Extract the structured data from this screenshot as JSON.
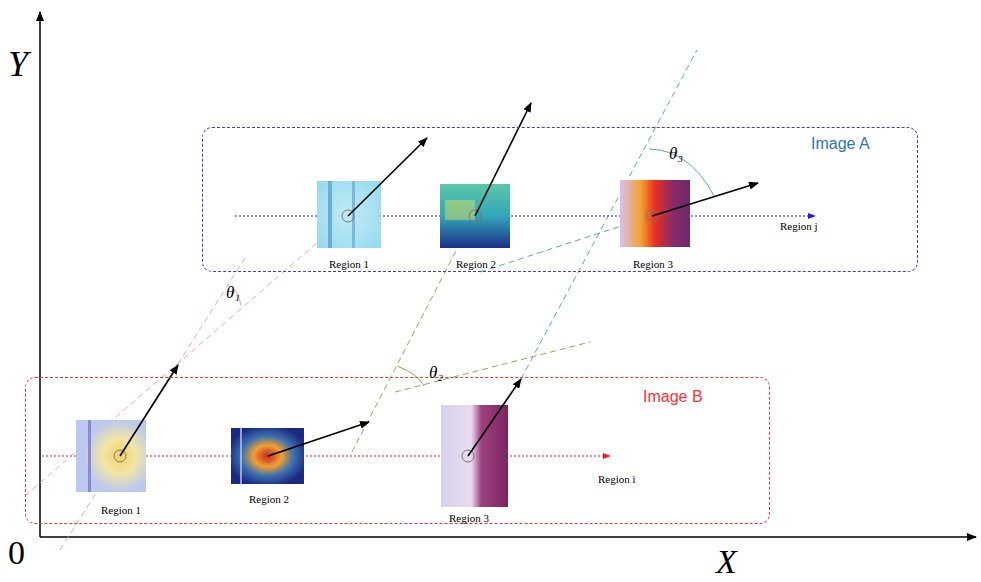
{
  "diagram": {
    "nodes": [
      {
        "text": [
          "Image A"
        ]
      },
      {
        "text": [
          "Region 1"
        ],
        "in": 0
      },
      {
        "text": [
          "Region 2"
        ],
        "in": 0
      },
      {
        "text": [
          "Region 3"
        ],
        "in": 0
      },
      {
        "text": [
          "Image B"
        ]
      },
      {
        "text": [
          "Region 1"
        ],
        "in": 4
      },
      {
        "text": [
          "Region 2"
        ],
        "in": 4
      },
      {
        "text": [
          "Region 3"
        ],
        "in": 4
      }
    ],
    "labels": [
      "Y",
      "X",
      "0",
      "θ₁",
      "θ₂",
      "θ₃",
      "Region j",
      "Region i"
    ]
  }
}
